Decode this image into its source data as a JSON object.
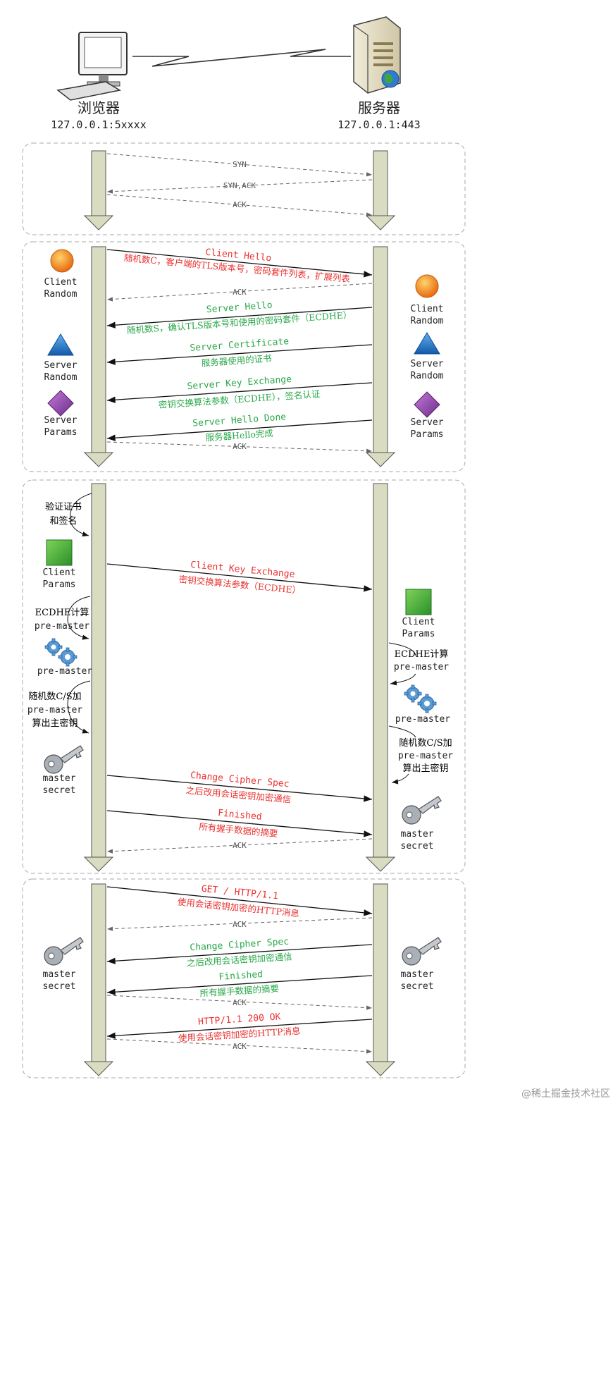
{
  "header": {
    "browser_title": "浏览器",
    "browser_addr": "127.0.0.1:5xxxx",
    "server_title": "服务器",
    "server_addr": "127.0.0.1:443"
  },
  "section1": {
    "syn": "SYN",
    "synack": "SYN,ACK",
    "ack": "ACK"
  },
  "section2": {
    "client_hello": "Client Hello",
    "client_hello_desc": "随机数C，客户端的TLS版本号，密码套件列表，扩展列表",
    "ack1": "ACK",
    "server_hello": "Server Hello",
    "server_hello_desc": "随机数S，确认TLS版本号和使用的密码套件（ECDHE）",
    "server_cert": "Server Certificate",
    "server_cert_desc": "服务器使用的证书",
    "server_kex": "Server Key Exchange",
    "server_kex_desc": "密钥交换算法参数（ECDHE），签名认证",
    "server_hello_done": "Server Hello Done",
    "server_hello_done_desc": "服务器Hello完成",
    "ack2": "ACK",
    "left_client_random": [
      "Client",
      "Random"
    ],
    "left_server_random": [
      "Server",
      "Random"
    ],
    "left_server_params": [
      "Server",
      "Params"
    ],
    "right_client_random": [
      "Client",
      "Random"
    ],
    "right_server_random": [
      "Server",
      "Random"
    ],
    "right_server_params": [
      "Server",
      "Params"
    ]
  },
  "section3": {
    "verify": [
      "验证证书",
      "和签名"
    ],
    "client_params_left": [
      "Client",
      "Params"
    ],
    "ecdhe_left": [
      "ECDHE计算",
      "pre-master"
    ],
    "premaster_left": "pre-master",
    "rand_left": [
      "随机数C/S加",
      "pre-master",
      "算出主密钥"
    ],
    "master_left": [
      "master",
      "secret"
    ],
    "client_kex": "Client Key Exchange",
    "client_kex_desc": "密钥交换算法参数（ECDHE）",
    "client_params_right": [
      "Client",
      "Params"
    ],
    "ecdhe_right": [
      "ECDHE计算",
      "pre-master"
    ],
    "premaster_right": "pre-master",
    "rand_right": [
      "随机数C/S加",
      "pre-master",
      "算出主密钥"
    ],
    "master_right": [
      "master",
      "secret"
    ],
    "ccs": "Change Cipher Spec",
    "ccs_desc": "之后改用会话密钥加密通信",
    "finished": "Finished",
    "finished_desc": "所有握手数据的摘要",
    "ack": "ACK"
  },
  "section4": {
    "get": "GET / HTTP/1.1",
    "get_desc": "使用会话密钥加密的HTTP消息",
    "ack1": "ACK",
    "ccs": "Change Cipher Spec",
    "ccs_desc": "之后改用会话密钥加密通信",
    "finished": "Finished",
    "finished_desc": "所有握手数据的摘要",
    "ack2": "ACK",
    "resp": "HTTP/1.1 200 OK",
    "resp_desc": "使用会话密钥加密的HTTP消息",
    "ack3": "ACK",
    "master_left": [
      "master",
      "secret"
    ],
    "master_right": [
      "master",
      "secret"
    ]
  },
  "watermark": "@稀土掘金技术社区",
  "colors": {
    "red": "#e8312f",
    "green": "#2aa84a",
    "lifeline": "#d9dcc0",
    "orange": "#f08a1c",
    "blue": "#1f78c8",
    "purple": "#9b4bb0",
    "green_square": "#3cae38"
  }
}
